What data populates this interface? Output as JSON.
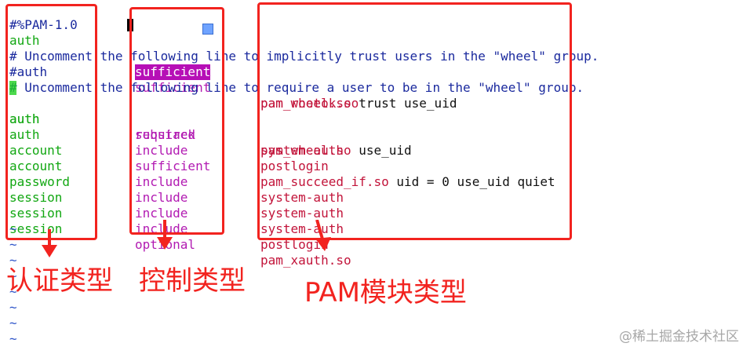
{
  "editor": {
    "header": "#%PAM-1.0",
    "comment1": "# Uncomment the following line to implicitly trust users in the \"wheel\" group.",
    "comment2": "# Uncomment the following line to require a user to be in the \"wheel\" group.",
    "commented_auth": {
      "type": "#auth",
      "control": "sufficient",
      "module": "pam_wheel.so",
      "args": " trust use_uid"
    },
    "entries": [
      {
        "type": "auth",
        "control": "sufficient",
        "module": "pam_rootok.so",
        "args": ""
      },
      {
        "type": "auth",
        "control": "required",
        "module": "pam_wheel.so",
        "args": " use_uid"
      },
      {
        "type": "auth",
        "control": "substack",
        "module": "system-auth",
        "args": ""
      },
      {
        "type": "auth",
        "control": "include",
        "module": "postlogin",
        "args": ""
      },
      {
        "type": "account",
        "control": "sufficient",
        "module": "pam_succeed_if.so",
        "args": " uid = 0 use_uid quiet"
      },
      {
        "type": "account",
        "control": "include",
        "module": "system-auth",
        "args": ""
      },
      {
        "type": "password",
        "control": "include",
        "module": "system-auth",
        "args": ""
      },
      {
        "type": "session",
        "control": "include",
        "module": "system-auth",
        "args": ""
      },
      {
        "type": "session",
        "control": "include",
        "module": "postlogin",
        "args": ""
      },
      {
        "type": "session",
        "control": "optional",
        "module": "pam_xauth.so",
        "args": ""
      }
    ],
    "tilde": "~"
  },
  "annotations": {
    "label_type": "认证类型",
    "label_control": "控制类型",
    "label_module": "PAM模块类型",
    "accent_color": "#f2231f"
  },
  "watermark": "@稀土掘金技术社区"
}
